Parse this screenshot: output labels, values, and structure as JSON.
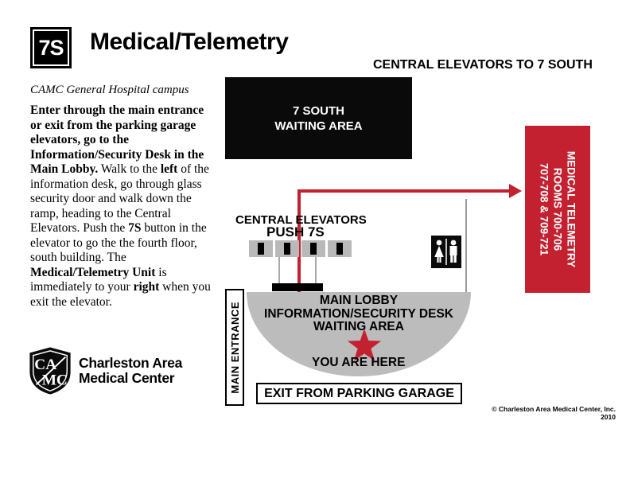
{
  "header": {
    "badge": "7S",
    "title": "Medical/Telemetry"
  },
  "left": {
    "campus": "CAMC General Hospital campus",
    "intro_segments": [
      {
        "text": "Enter through the main entrance or exit from the parking garage elevators, go to the Information/Security Desk in the Main Lobby.",
        "bold": true
      },
      {
        "text": " Walk to the ",
        "bold": false
      },
      {
        "text": "left",
        "bold": true
      },
      {
        "text": " of the information desk, go through glass security door and walk down the ramp, heading to the Central Elevators. Push the ",
        "bold": false
      },
      {
        "text": "7S",
        "bold": true
      },
      {
        "text": " button in the elevator to go the the fourth floor, south building. The ",
        "bold": false
      },
      {
        "text": "Medical/Telemetry Unit",
        "bold": true
      },
      {
        "text": " is immediately to your ",
        "bold": false
      },
      {
        "text": "right",
        "bold": true
      },
      {
        "text": " when you exit the elevator.",
        "bold": false
      }
    ],
    "logo": {
      "monogram_top": "CA",
      "monogram_bottom": "MC",
      "name_line1": "Charleston Area",
      "name_line2": "Medical Center"
    }
  },
  "map": {
    "heading": "CENTRAL ELEVATORS TO 7 SOUTH",
    "waiting_lines": [
      "7 SOUTH",
      "WAITING AREA"
    ],
    "telemetry_lines": [
      "MEDICAL TELEMETRY",
      "ROOMS 700-706",
      "707-708 & 709-721"
    ],
    "central_elevators_label": "CENTRAL ELEVATORS",
    "push_label": "PUSH 7S",
    "lobby_lines": [
      "MAIN LOBBY",
      "INFORMATION/SECURITY DESK",
      "WAITING AREA"
    ],
    "you_are_here": "YOU ARE HERE",
    "main_entrance": "MAIN ENTRANCE",
    "exit_label": "EXIT FROM PARKING GARAGE",
    "icons": {
      "restroom": "restroom-icon",
      "star": "you-are-here-star-icon",
      "arrow": "route-arrowhead-icon",
      "shield": "camc-shield-logo-icon"
    }
  },
  "footer": {
    "copyright": "© Charleston Area Medical Center, Inc. 2010"
  },
  "colors": {
    "accent_red": "#c42130",
    "map_gray": "#bcbcbd",
    "elevator_gray": "#b9b9b9",
    "black": "#0a0a0a"
  }
}
